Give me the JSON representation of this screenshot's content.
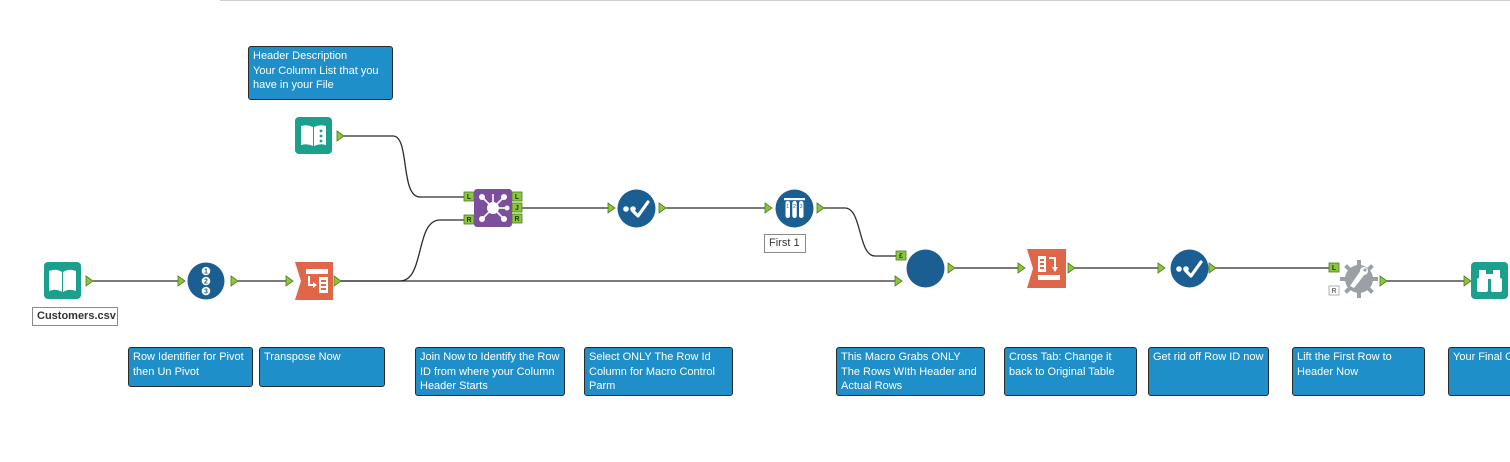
{
  "colors": {
    "note_bg": "#1f8fca",
    "teal_tool": "#1aa08c",
    "blue_tool": "#1b5e92",
    "purple_tool": "#7b4f9c",
    "orange_tool": "#e0664a",
    "gray_tool": "#9aa0a6",
    "anchor_green": "#8cc63f"
  },
  "tools": [
    {
      "id": "text-input",
      "icon": "book-icon",
      "label": ""
    },
    {
      "id": "input-customers",
      "icon": "book-icon",
      "label": "Customers.csv"
    },
    {
      "id": "record-id",
      "icon": "numbered-list-icon",
      "label": ""
    },
    {
      "id": "transpose",
      "icon": "transpose-icon",
      "label": ""
    },
    {
      "id": "join",
      "icon": "join-network-icon",
      "label": ""
    },
    {
      "id": "select-1",
      "icon": "checkmark-dots-icon",
      "label": ""
    },
    {
      "id": "sample",
      "icon": "test-tubes-icon",
      "label": "First 1"
    },
    {
      "id": "macro",
      "icon": "circle-icon",
      "label": ""
    },
    {
      "id": "crosstab",
      "icon": "crosstab-icon",
      "label": ""
    },
    {
      "id": "select-2",
      "icon": "checkmark-dots-icon",
      "label": ""
    },
    {
      "id": "dynamic-rename",
      "icon": "gear-wrench-icon",
      "label": ""
    },
    {
      "id": "browse",
      "icon": "binoculars-icon",
      "label": ""
    }
  ],
  "notes": {
    "header_desc": "Header Description\nYour Column List that you have in your File",
    "row_id": "Row Identifier for Pivot then Un Pivot",
    "transpose": "Transpose Now",
    "join": "Join Now to Identify the Row ID from where your Column Header Starts",
    "select_row_id": "Select ONLY The Row Id Column for Macro Control Parm",
    "macro": "This Macro Grabs ONLY The Rows WIth Header and Actual Rows",
    "crosstab": "Cross Tab: Change it back to Original Table",
    "row_id_off": "Get rid off Row ID now",
    "first_row": "Lift the First Row to Header Now",
    "final": "Your Final Output"
  },
  "anchors": {
    "join_L": "L",
    "join_R": "R",
    "join_J": "J",
    "macro_in": "£",
    "rename_L": "L",
    "rename_R": "R"
  }
}
